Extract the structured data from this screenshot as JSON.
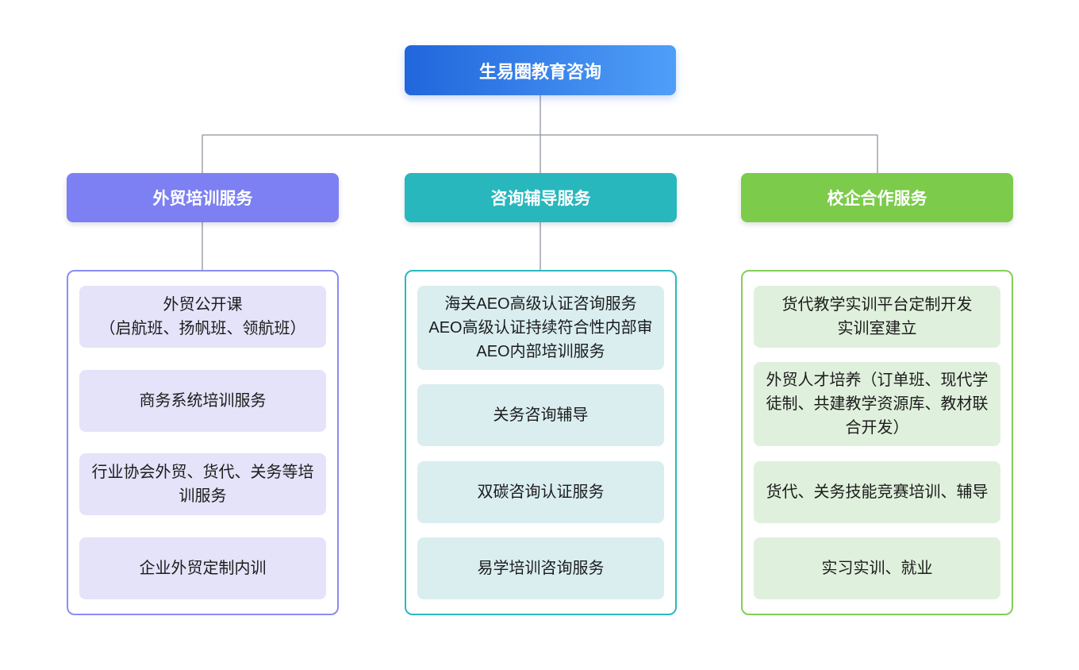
{
  "root": {
    "label": "生易圈教育咨询",
    "gradient_start": "#2166dc",
    "gradient_end": "#4f9ff8"
  },
  "connector_color": "#8e959d",
  "branches": [
    {
      "label": "外贸培训服务",
      "accent_color": "#7c80f2",
      "item_bg": "#e4e3f9",
      "items": [
        "外贸公开课\n（启航班、扬帆班、领航班）",
        "商务系统培训服务",
        "行业协会外贸、货代、关务等培训服务",
        "企业外贸定制内训"
      ]
    },
    {
      "label": "咨询辅导服务",
      "accent_color": "#28b7bd",
      "item_bg": "#daeef0",
      "items": [
        "海关AEO高级认证咨询服务\nAEO高级认证持续符合性内部审\nAEO内部培训服务",
        "关务咨询辅导",
        "双碳咨询认证服务",
        "易学培训咨询服务"
      ]
    },
    {
      "label": "校企合作服务",
      "accent_color": "#7ccb4a",
      "item_bg": "#dff1dc",
      "items": [
        "货代教学实训平台定制开发\n实训室建立",
        "外贸人才培养（订单班、现代学徒制、共建教学资源库、教材联合开发）",
        "货代、关务技能竞赛培训、辅导",
        "实习实训、就业"
      ]
    }
  ]
}
